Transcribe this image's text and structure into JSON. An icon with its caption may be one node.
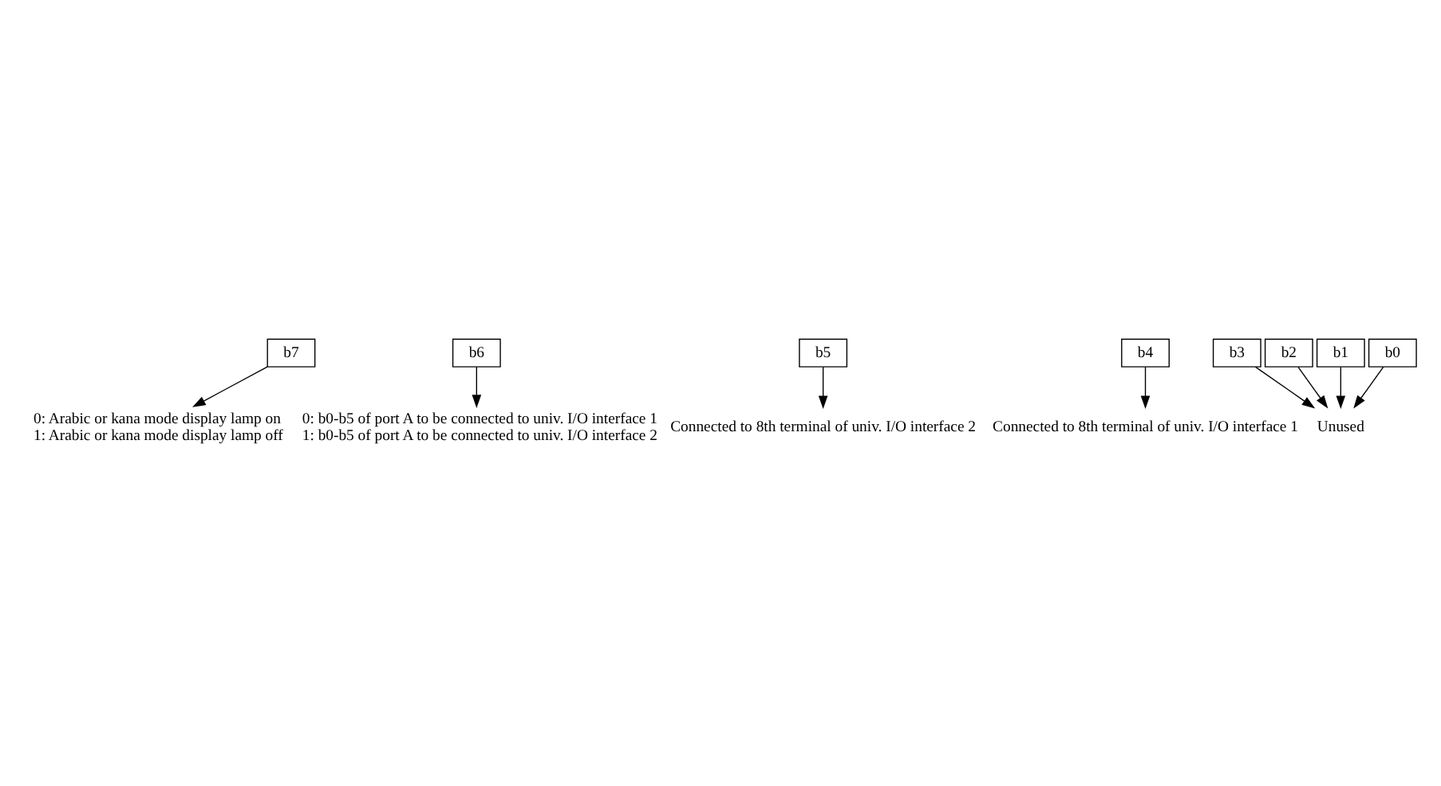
{
  "diagram": {
    "nodes": [
      {
        "text": [
          "b7"
        ]
      },
      {
        "text": [
          "b6"
        ]
      },
      {
        "text": [
          "b5"
        ]
      },
      {
        "text": [
          "b4"
        ]
      },
      {
        "text": [
          "b3"
        ]
      },
      {
        "text": [
          "b2"
        ]
      },
      {
        "text": [
          "b1"
        ]
      },
      {
        "text": [
          "b0"
        ]
      },
      {
        "text": [
          "Unused"
        ]
      },
      {
        "text": [
          "Connected to 8th terminal of univ. I/O interface 1"
        ]
      },
      {
        "text": [
          "Connected to 8th terminal of univ. I/O interface 2"
        ]
      },
      {
        "text": [
          "0: b0-b5 of port A to be connected to univ. I/O interface 1",
          "1: b0-b5 of port A to be connected to univ. I/O interface 2"
        ]
      },
      {
        "text": [
          "0: Arabic or kana mode display lamp on",
          "1: Arabic or kana mode display lamp off"
        ]
      }
    ],
    "edges": [
      {
        "from": 4,
        "to": 8,
        "arrow": "to"
      },
      {
        "from": 5,
        "to": 8,
        "arrow": "to"
      },
      {
        "from": 6,
        "to": 8,
        "arrow": "to"
      },
      {
        "from": 7,
        "to": 8,
        "arrow": "to"
      },
      {
        "from": 3,
        "to": 9,
        "arrow": "to"
      },
      {
        "from": 2,
        "to": 10,
        "arrow": "to"
      },
      {
        "from": 1,
        "to": 11,
        "arrow": "to"
      },
      {
        "from": 0,
        "to": 12,
        "arrow": "to"
      }
    ]
  }
}
